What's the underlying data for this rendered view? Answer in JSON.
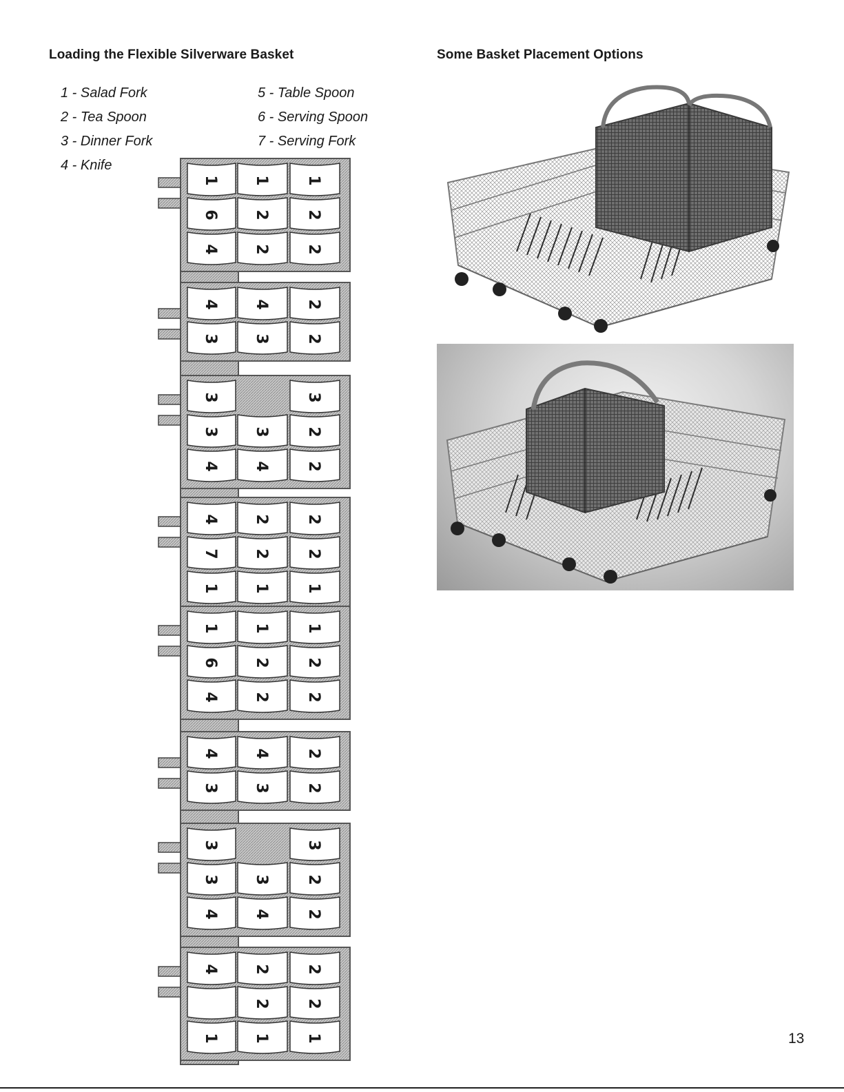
{
  "left_heading": "Loading the Flexible Silverware Basket",
  "right_heading": "Some  Basket Placement Options",
  "legend": [
    "1 - Salad Fork",
    "2 - Tea Spoon",
    "3 - Dinner Fork",
    "4 - Knife",
    "5 - Table Spoon",
    "6 - Serving Spoon",
    "7 - Serving Fork"
  ],
  "baskets": [
    {
      "rows": [
        [
          "1",
          "1",
          "1"
        ],
        [
          "6",
          "2",
          "2"
        ],
        [
          "4",
          "2",
          "2"
        ]
      ]
    },
    {
      "rows": [
        [
          "4",
          "4",
          "2"
        ],
        [
          "3",
          "3",
          "2"
        ]
      ]
    },
    {
      "rows": [
        [
          "3",
          "",
          "3"
        ],
        [
          "3",
          "3",
          "2"
        ],
        [
          "4",
          "4",
          "2"
        ]
      ]
    },
    {
      "rows": [
        [
          "4",
          "2",
          "2"
        ],
        [
          "7",
          "2",
          "2"
        ],
        [
          "1",
          "1",
          "1"
        ]
      ]
    },
    {
      "rows": [
        [
          "1",
          "1",
          "1"
        ],
        [
          "6",
          "2",
          "2"
        ],
        [
          "4",
          "2",
          "2"
        ]
      ]
    },
    {
      "rows": [
        [
          "4",
          "4",
          "2"
        ],
        [
          "3",
          "3",
          "2"
        ]
      ]
    },
    {
      "rows": [
        [
          "3",
          "",
          "3"
        ],
        [
          "3",
          "3",
          "2"
        ],
        [
          "4",
          "4",
          "2"
        ]
      ]
    },
    {
      "rows": [
        [
          "4",
          "2",
          "2"
        ],
        [
          "",
          "2",
          "2"
        ],
        [
          "1",
          "1",
          "1"
        ]
      ]
    }
  ],
  "page_number": "13",
  "icons": {
    "photo_1": "dishwasher-rack-two-baskets-photo",
    "photo_2": "dishwasher-rack-single-basket-photo"
  },
  "colors": {
    "frame": "#555555",
    "hatch": "#b4b4b4",
    "cell": "#ffffff",
    "ink": "#1a1a1a"
  }
}
